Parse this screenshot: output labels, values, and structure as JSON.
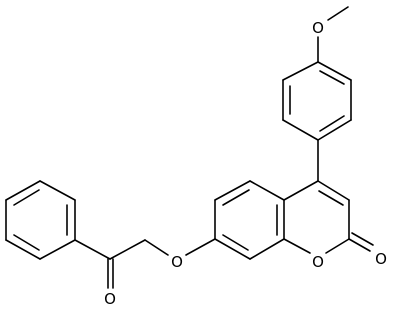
{
  "molecule": {
    "atoms": {
      "o_methoxy": "O",
      "o_ring": "O",
      "o_lactone_carbonyl": "O",
      "o_ether": "O",
      "o_ketone": "O"
    }
  }
}
